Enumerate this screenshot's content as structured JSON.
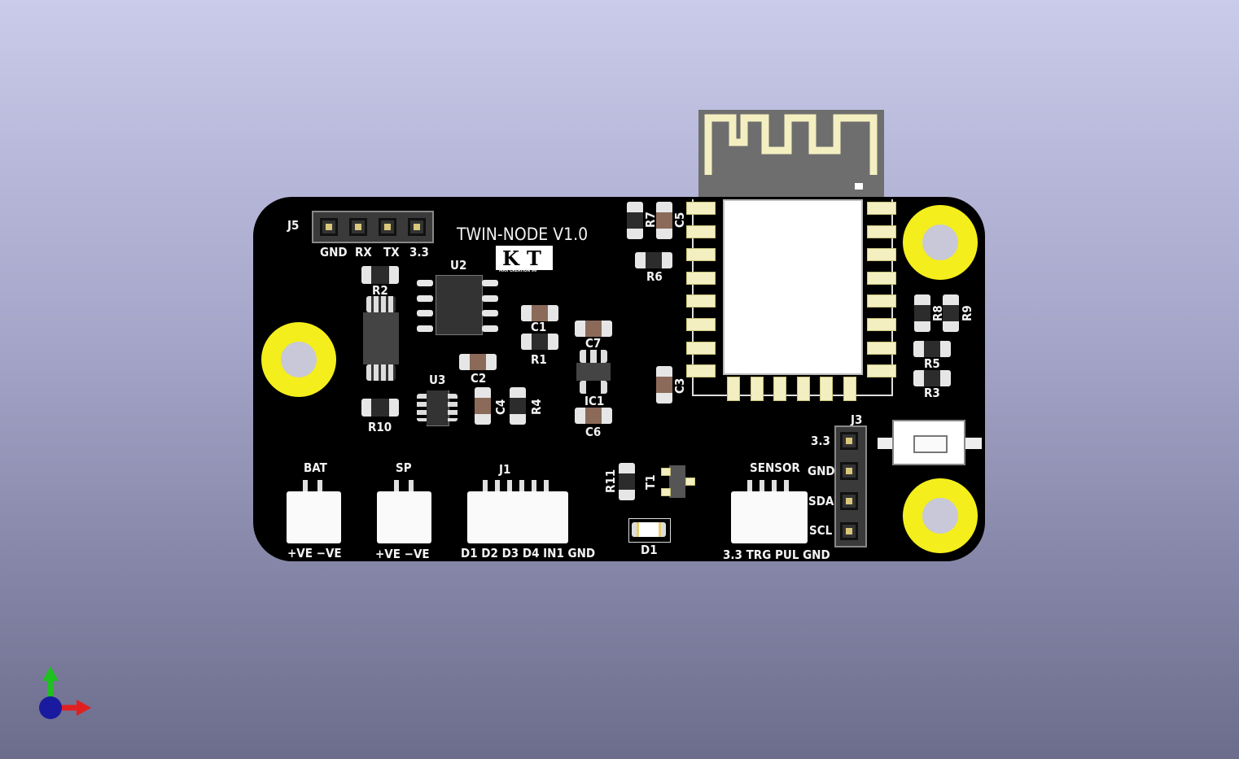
{
  "viewer": {
    "axes": {
      "x_color": "#e02020",
      "y_color": "#20c020",
      "z_color": "#1a1aa0"
    }
  },
  "board": {
    "title": "TWIN-NODE V1.0",
    "logo_text": "MAX CREATION 96",
    "colors": {
      "soldermask": "#000000",
      "silkscreen": "#f2f2f2",
      "mounting_hole": "#f4ee1c",
      "module_shield": "#6e6e6e"
    },
    "j5": {
      "ref": "J5",
      "pins": [
        "GND",
        "RX",
        "TX",
        "3.3"
      ]
    },
    "j3": {
      "ref": "J3",
      "pins": [
        "3.3",
        "GND",
        "SDA",
        "SCL"
      ]
    },
    "bat": {
      "ref": "BAT",
      "pins": "+VE  −VE"
    },
    "sp": {
      "ref": "SP",
      "pins": "+VE  −VE"
    },
    "j1": {
      "ref": "J1",
      "pins": "D1 D2 D3 D4 IN1 GND"
    },
    "sensor": {
      "ref": "SENSOR",
      "pins": "3.3 TRG PUL GND"
    },
    "refs": {
      "U2": "U2",
      "U3": "U3",
      "R1": "R1",
      "R2": "R2",
      "R3": "R3",
      "R4": "R4",
      "R5": "R5",
      "R6": "R6",
      "R7": "R7",
      "R8": "R8",
      "R9": "R9",
      "R10": "R10",
      "R11": "R11",
      "C1": "C1",
      "C2": "C2",
      "C3": "C3",
      "C4": "C4",
      "C5": "C5",
      "C6": "C6",
      "C7": "C7",
      "IC1": "IC1",
      "T1": "T1",
      "D1": "D1"
    }
  }
}
